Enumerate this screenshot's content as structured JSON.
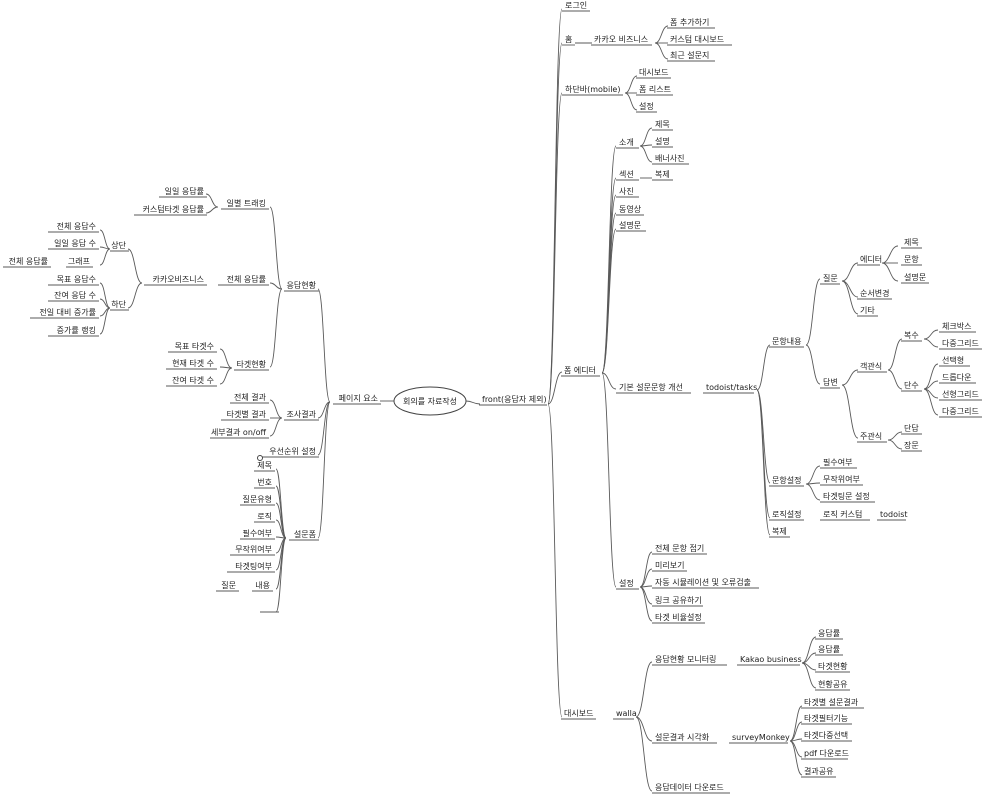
{
  "mindmap": {
    "root": "회의를 자료작성",
    "branches": {
      "front": "front(응답자 제외)",
      "login": "로그인",
      "home": "홈",
      "kakao_business": "카카오 비즈니스",
      "form_add": "폼 추가하기",
      "custom_dashboard": "커스텀 대시보드",
      "recent_survey": "최근 설문지",
      "tabbar": "하단바(mobile)",
      "tabbar_dashboard": "대시보드",
      "form_list": "폼 리스트",
      "settings": "설정",
      "intro": "소개",
      "intro_title": "제목",
      "intro_desc": "설명",
      "banner_photo": "배너사진",
      "section": "섹션",
      "section_copy": "복제",
      "photo": "사진",
      "video": "동영상",
      "question": "설명문",
      "form_editor": "폼 에디터",
      "basic_form": "기본 설문문항 개선",
      "todoist_tasks": "todoist/tasks",
      "item_content": "문항내용",
      "title_group": "질문",
      "editor": "에디터",
      "editor_title": "제목",
      "editor_body": "문항",
      "editor_desc": "설명문",
      "order_change": "순서변경",
      "etc": "기타",
      "answer": "답변",
      "objective": "객관식",
      "multiple": "복수",
      "checkbox": "체크박스",
      "dropdown_multi": "다중그리드",
      "single": "단수",
      "select": "선택형",
      "dropdown": "드롭다운",
      "linear_grid": "선형그리드",
      "multi_grid": "다중그리드",
      "subjective": "주관식",
      "short": "단답",
      "long": "장문",
      "item_settings": "문항설정",
      "required": "필수여부",
      "random": "무작위여부",
      "target_answer": "타겟팅문 설정",
      "logic_settings": "로직설정",
      "logic_custom": "로직 커스텀",
      "todoist": "todoist",
      "copy": "복제",
      "settings2": "설정",
      "all_item_hide": "전체 문항 접기",
      "preview": "미리보기",
      "auto_simulation": "자동 시뮬레이션 및 오류검출",
      "link_share": "링크 공유하기",
      "target_ratio": "타겟 비율설정",
      "dashboard": "대시보드",
      "walla": "walla",
      "monitoring": "응답현황 모니터링",
      "kakao_business_en": "Kakao business",
      "mon_1": "응답률",
      "mon_2": "응답률",
      "mon_3": "타겟현황",
      "mon_4": "현황공유",
      "visualize": "설문결과 시각화",
      "survey_monkey": "surveyMonkey",
      "vis_1": "타겟별 설문결과",
      "vis_2": "타겟필터기능",
      "vis_3": "타겟다중선택",
      "vis_4": "pdf 다운로드",
      "vis_5": "결과공유",
      "raw_download": "응답데이터 다운로드",
      "page_elements": "페이지 요소",
      "response_status": "응답현황",
      "daily_rate": "일별 트래킹",
      "daily_1": "일일 응답률",
      "daily_2": "커스텀타겟 응답률",
      "kakao_biz2": "카카오비즈니스",
      "total_rate": "전체 응답률",
      "upper": "상단",
      "up_1": "전체 응답수",
      "up_2": "일일 응답 수",
      "up_3": "그래프",
      "up_3_left": "전체 응답률",
      "lower": "하단",
      "low_1": "목표 응답수",
      "low_2": "잔여 응답 수",
      "low_3": "전일 대비 증가률",
      "low_4": "증가률 랭킹",
      "target_status": "타겟현황",
      "t_1": "목표 타겟수",
      "t_2": "현재 타겟 수",
      "t_3": "잔여 타겟 수",
      "survey_result": "조사결과",
      "sr_1": "전체 결과",
      "sr_2": "타겟별 결과",
      "sr_3": "세부결과 on/off",
      "priority": "우선순위 설정",
      "survey_form": "설문폼",
      "sf_1": "제목",
      "sf_2": "번호",
      "sf_3": "질문유형",
      "sf_4": "로직",
      "sf_5": "필수여부",
      "sf_6": "무작위여부",
      "sf_7": "타겟팅여부",
      "sf_8": "내용",
      "sf_8_left": "질문"
    }
  }
}
